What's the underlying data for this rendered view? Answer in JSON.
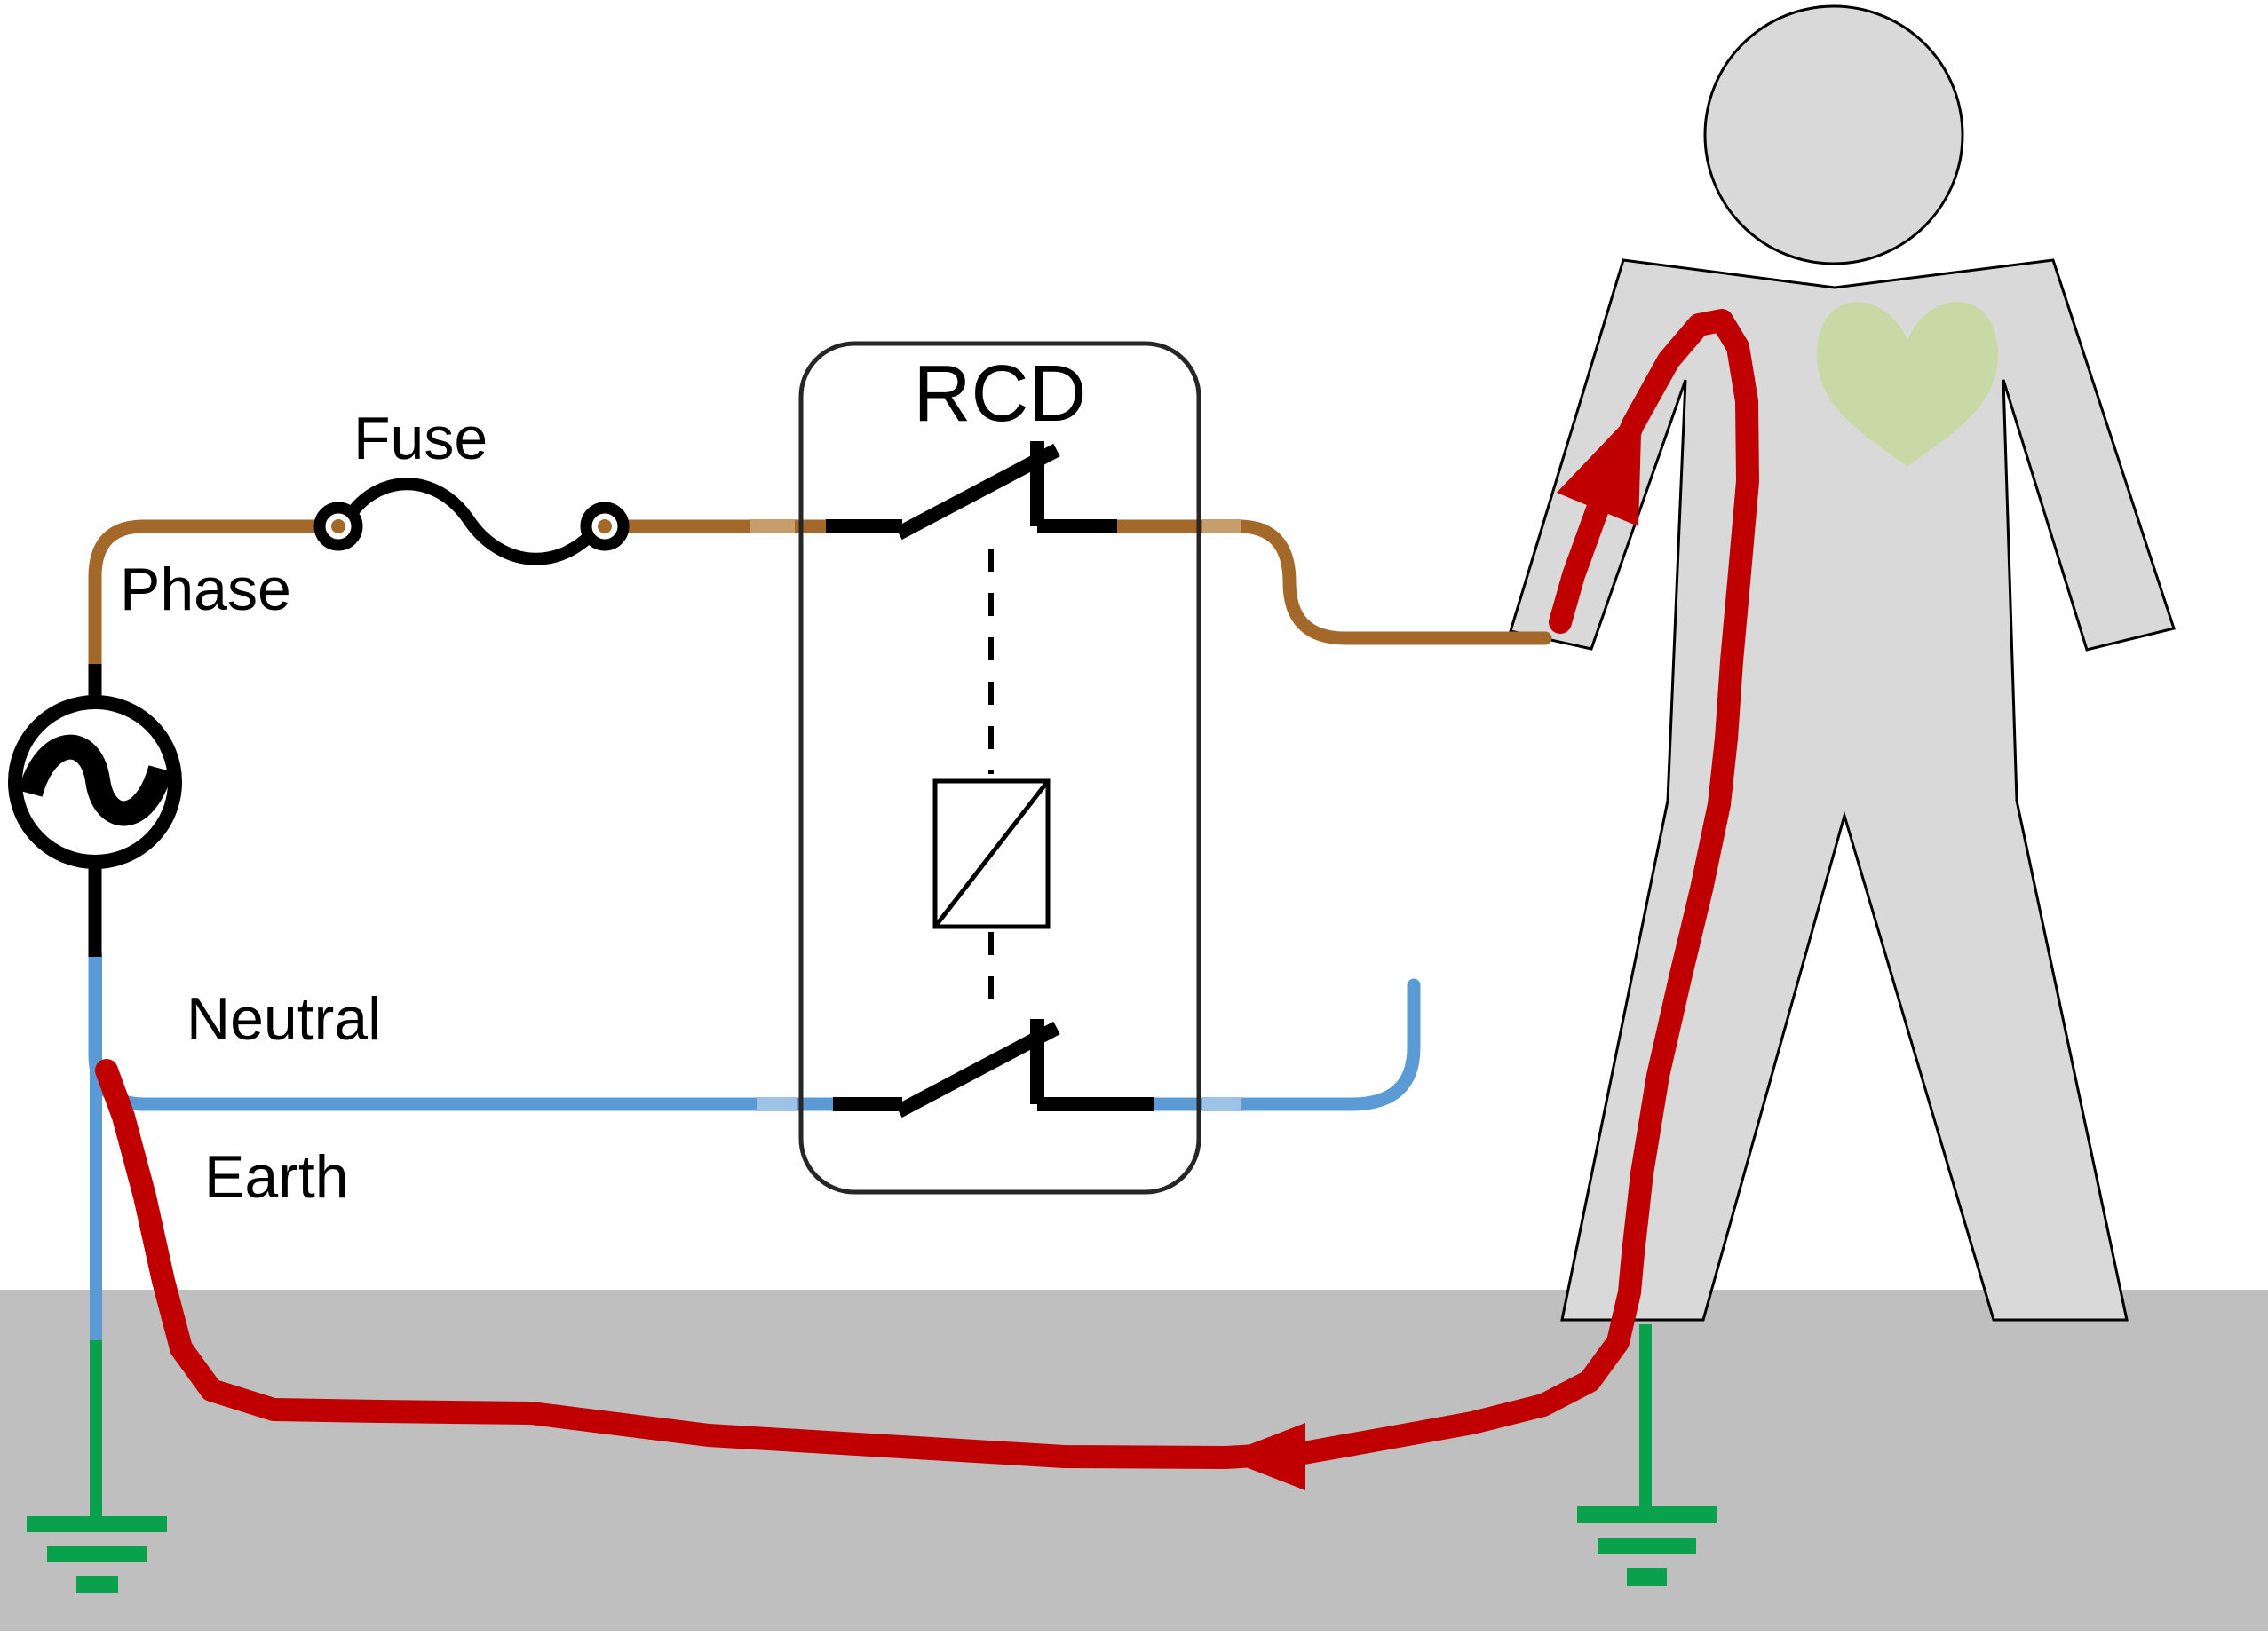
{
  "title": "RCD earth-fault shock protection diagram",
  "labels": {
    "fuse": "Fuse",
    "phase": "Phase",
    "neutral": "Neutral",
    "earth": "Earth",
    "rcd": "RCD"
  },
  "colors": {
    "phase_wire": "#A4682A",
    "phase_wire_light": "#C59E6C",
    "neutral_wire": "#5B9BD5",
    "neutral_wire_light": "#9DC3E6",
    "earth_wire": "#0AA14D",
    "fault_current": "#C00000",
    "body_fill": "#D9D9D9",
    "body_outline": "#000000",
    "ground_fill": "#BFBFBF",
    "heart_fill": "#C9D9A5",
    "symbol_black": "#000000",
    "rcd_border": "#262626"
  },
  "components": {
    "source": "ac-supply-source",
    "fuse": "fuse-symbol",
    "rcd": "residual-current-device",
    "person": "person-receiving-shock",
    "earth_electrodes": 2
  }
}
